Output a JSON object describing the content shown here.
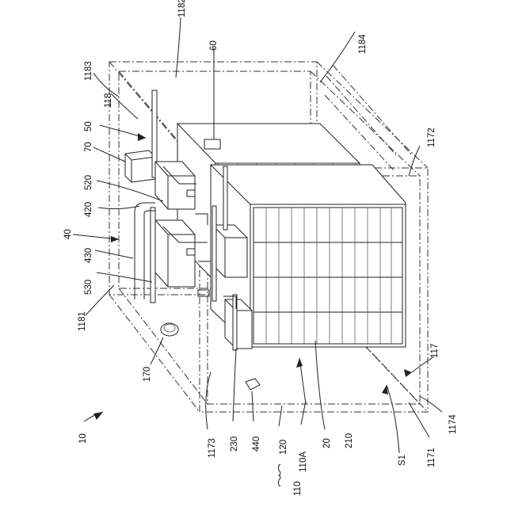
{
  "labels": {
    "l1182": "1182",
    "l60": "60",
    "l1184": "1184",
    "l1183": "1183",
    "l118": "118",
    "l50": "50",
    "l70": "70",
    "l1172": "1172",
    "l520": "520",
    "l420": "420",
    "l40": "40",
    "l430": "430",
    "l530": "530",
    "l1181": "1181",
    "l170": "170",
    "l117": "117",
    "l10": "10",
    "l1173": "1173",
    "l230": "230",
    "l440": "440",
    "l120": "120",
    "l110A": "110A",
    "l110": "110",
    "l20": "20",
    "l210": "210",
    "lS1": "S1",
    "l1171": "1171",
    "l1174": "1174"
  }
}
